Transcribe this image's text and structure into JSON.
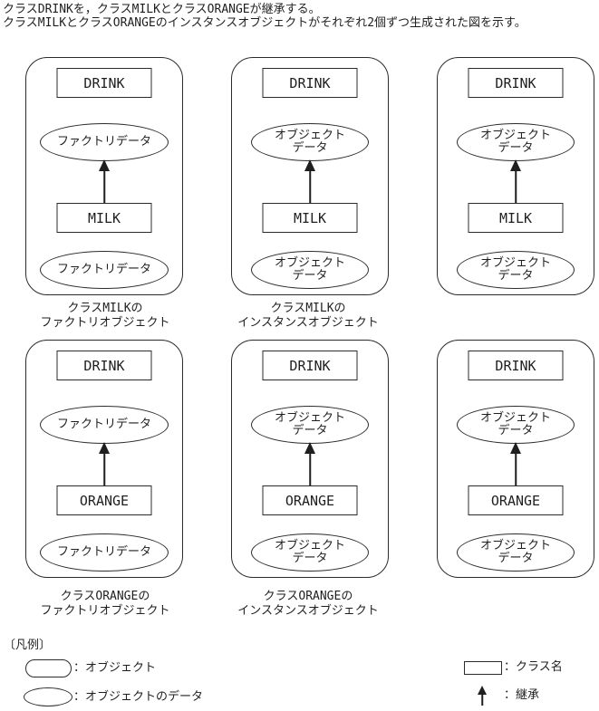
{
  "intro": {
    "line1": "クラスDRINKを，クラスMILKとクラスORANGEが継承する。",
    "line2": "クラスMILKとクラスORANGEのインスタンスオブジェクトがそれぞれ2個ずつ生成された図を示す。"
  },
  "panels": [
    {
      "top_class": "DRINK",
      "upper": [
        "ファクトリデータ"
      ],
      "sub_class": "MILK",
      "lower": [
        "ファクトリデータ"
      ]
    },
    {
      "top_class": "DRINK",
      "upper": [
        "オブジェクト",
        "データ"
      ],
      "sub_class": "MILK",
      "lower": [
        "オブジェクト",
        "データ"
      ]
    },
    {
      "top_class": "DRINK",
      "upper": [
        "オブジェクト",
        "データ"
      ],
      "sub_class": "MILK",
      "lower": [
        "オブジェクト",
        "データ"
      ]
    },
    {
      "top_class": "DRINK",
      "upper": [
        "ファクトリデータ"
      ],
      "sub_class": "ORANGE",
      "lower": [
        "ファクトリデータ"
      ]
    },
    {
      "top_class": "DRINK",
      "upper": [
        "オブジェクト",
        "データ"
      ],
      "sub_class": "ORANGE",
      "lower": [
        "オブジェクト",
        "データ"
      ]
    },
    {
      "top_class": "DRINK",
      "upper": [
        "オブジェクト",
        "データ"
      ],
      "sub_class": "ORANGE",
      "lower": [
        "オブジェクト",
        "データ"
      ]
    }
  ],
  "captions": [
    {
      "line1": "クラスMILKの",
      "line2": "ファクトリオブジェクト"
    },
    {
      "line1": "クラスMILKの",
      "line2": "インスタンスオブジェクト"
    },
    {
      "line1": "クラスORANGEの",
      "line2": "ファクトリオブジェクト"
    },
    {
      "line1": "クラスORANGEの",
      "line2": "インスタンスオブジェクト"
    }
  ],
  "legend": {
    "title": "〔凡例〕",
    "object_label": "：オブジェクト",
    "object_data_label": "：オブジェクトのデータ",
    "class_name_label": "：クラス名",
    "inheritance_label": "：継承"
  },
  "colors": {
    "line": "#2b2b2b",
    "text": "#1f1f1f",
    "background": "#ffffff"
  }
}
